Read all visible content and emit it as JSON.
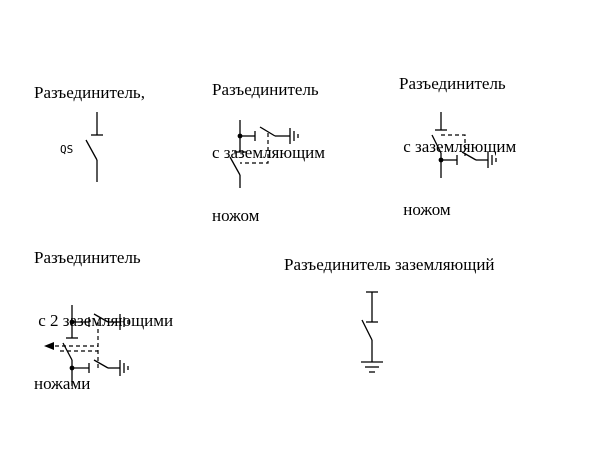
{
  "labels": {
    "disconnector": [
      "Разъединитель,"
    ],
    "disconnector_earth_1": [
      "Разъединитель",
      "с заземляющим",
      "ножом"
    ],
    "disconnector_earth_2": [
      "Разъединитель",
      " с заземляющим",
      " ножом"
    ],
    "disconnector_two_earth": [
      "Разъединитель",
      " с 2 заземляющими",
      "ножами"
    ],
    "earthing_switch": [
      "Разъединитель заземляющий"
    ]
  },
  "symbol_text": {
    "qs": "QS"
  }
}
